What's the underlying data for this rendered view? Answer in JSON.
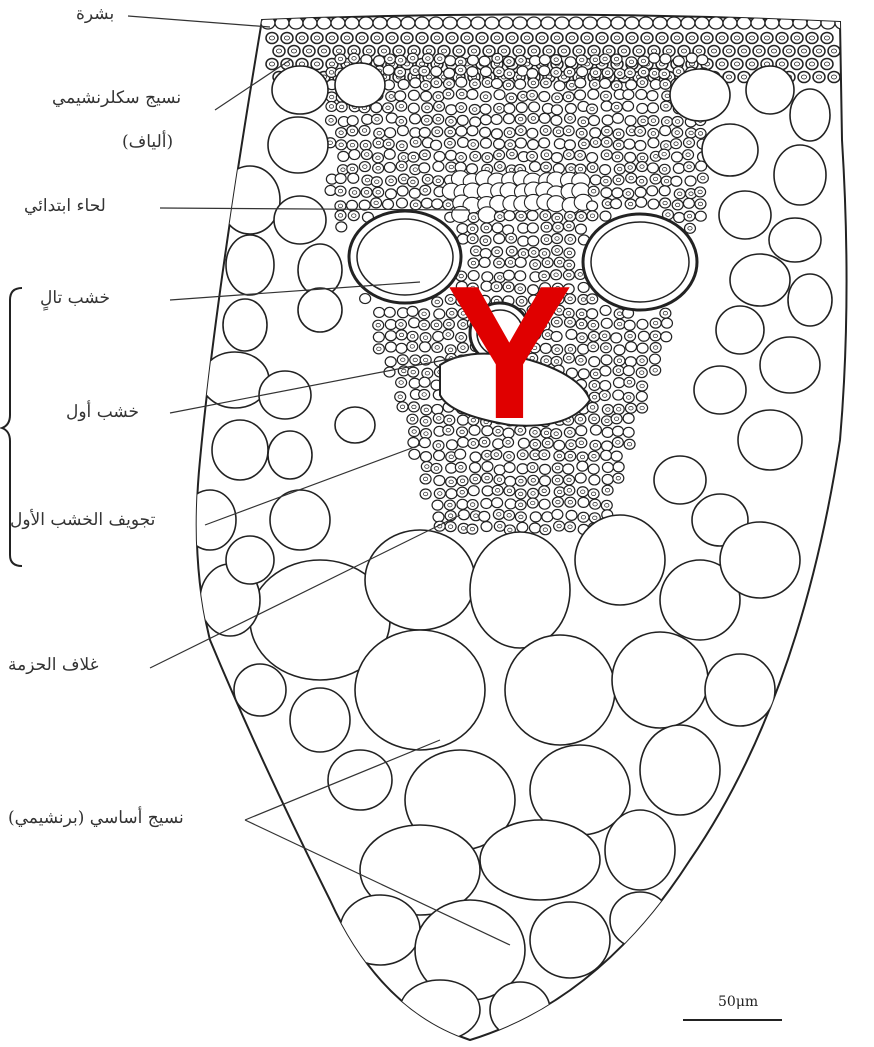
{
  "labels": {
    "epidermis": "بشرة",
    "sclerenchyma": "نسيج سكلرنشيمي",
    "fibers": "(ألياف)",
    "primary_phloem": "لحاء ابتدائي",
    "metaxylem": "خشب تالٍ",
    "protoxylem": "خشب أول",
    "protoxylem_cavity": "تجويف الخشب الأول",
    "bundle_sheath": "غلاف الحزمة",
    "ground_tissue": "نسيج أساسي (برنشيمي)"
  },
  "marker": {
    "text": "Y",
    "color": "#e00000"
  },
  "scale_bar": {
    "text": "50μm"
  },
  "colors": {
    "line": "#222222",
    "background": "#ffffff"
  }
}
